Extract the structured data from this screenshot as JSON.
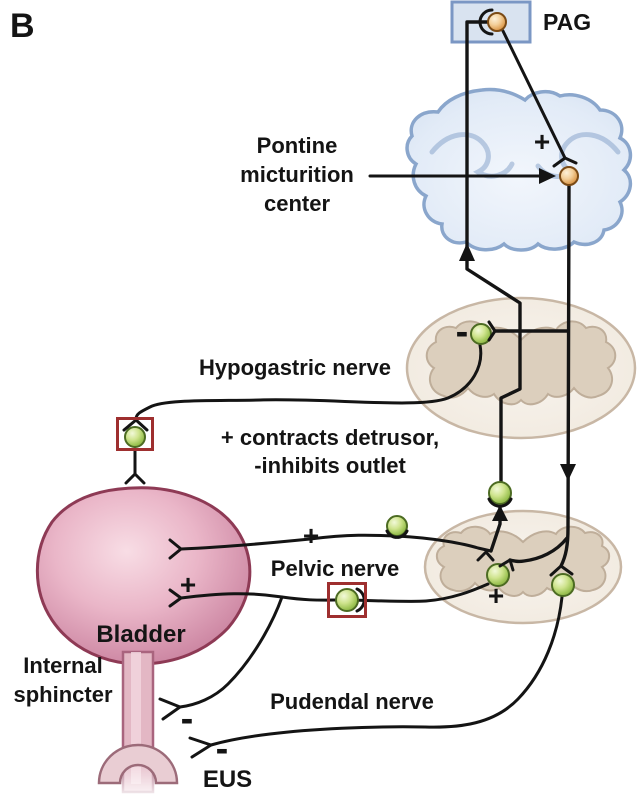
{
  "figure": {
    "panel_label": "B"
  },
  "labels": {
    "pag": "PAG",
    "pmc_line1": "Pontine",
    "pmc_line2": "micturition",
    "pmc_line3": "center",
    "hypogastric_nerve": "Hypogastric nerve",
    "effect_line1": "+ contracts detrusor,",
    "effect_line2": "-inhibits outlet",
    "pelvic_nerve": "Pelvic nerve",
    "bladder": "Bladder",
    "internal_sphincter_line1": "Internal",
    "internal_sphincter_line2": "sphincter",
    "pudendal_nerve": "Pudendal nerve",
    "eus": "EUS"
  },
  "signs": {
    "pmc_plus": "+",
    "sympathetic_minus": "-",
    "pelvic_afferent_plus": "+",
    "pelvic_efferent_plus": "+",
    "sacral_parasympathetic_plus": "+",
    "internal_sphincter_minus": "-",
    "eus_minus": "-"
  },
  "colors": {
    "line_black": "#141414",
    "pons_blue_fill": "#dfe8f5",
    "pons_blue_border": "#8aa6cc",
    "pag_box_fill": "#d9e3f0",
    "pag_box_border": "#7b97c4",
    "cord_fill": "#f4eee6",
    "cord_border": "#c8b7a5",
    "gray_matter_fill": "#dccfbd",
    "gray_matter_border": "#bfae9a",
    "bladder_pink": "#d98ea9",
    "bladder_border": "#8e3a55",
    "urethra_fill": "#e3b7c4",
    "eus_fill": "#e9cdd3",
    "eus_border": "#9c6b79",
    "neuron_green": "#9ec455",
    "neuron_orange": "#dfa055",
    "highlight_red_box": "#9e2f2f"
  }
}
